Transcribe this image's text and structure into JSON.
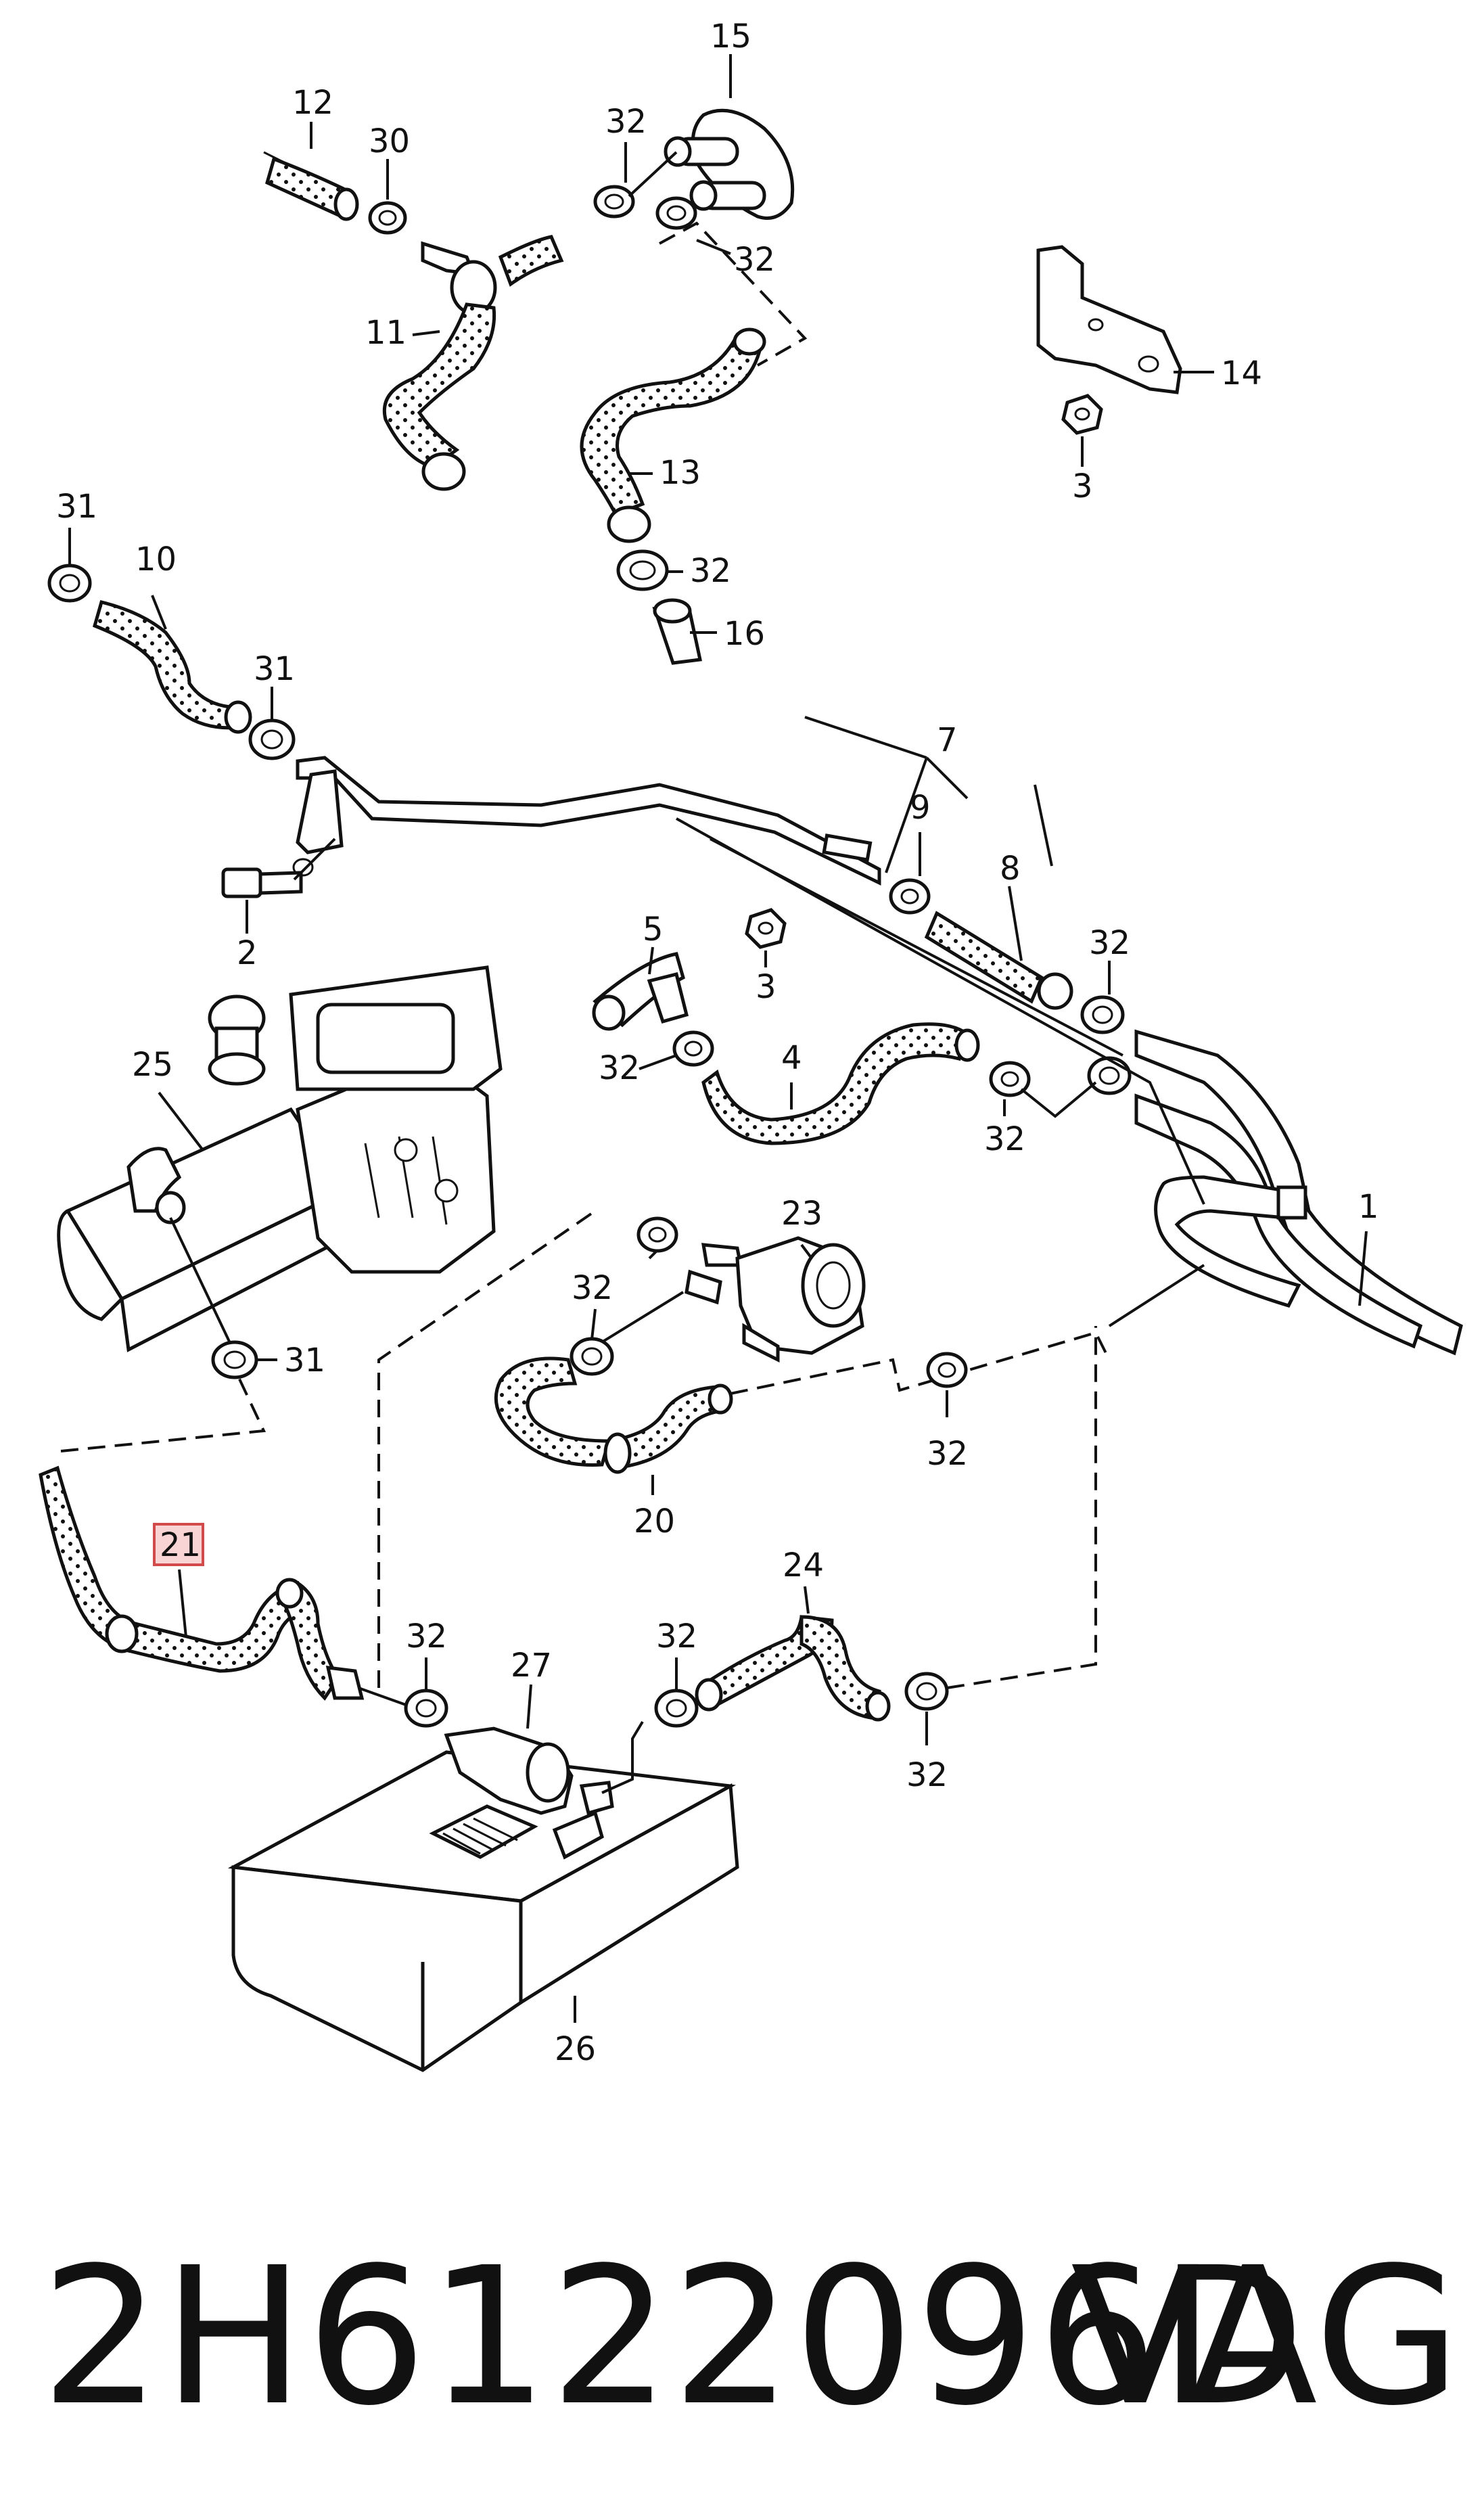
{
  "diagram": {
    "callouts": {
      "c1": "1",
      "c2": "2",
      "c3a": "3",
      "c3b": "3",
      "c4": "4",
      "c5": "5",
      "c7": "7",
      "c8": "8",
      "c9": "9",
      "c10": "10",
      "c11": "11",
      "c12": "12",
      "c13": "13",
      "c14": "14",
      "c15": "15",
      "c16": "16",
      "c20": "20",
      "c21": "21",
      "c23": "23",
      "c24": "24",
      "c25": "25",
      "c26": "26",
      "c27": "27",
      "c30": "30",
      "c31a": "31",
      "c31b": "31",
      "c31c": "31",
      "c32a": "32",
      "c32b": "32",
      "c32c": "32",
      "c32d": "32",
      "c32e": "32",
      "c32f": "32",
      "c32g": "32",
      "c32h": "32",
      "c32i": "32",
      "c32j": "32",
      "c32k": "32"
    },
    "highlighted_callout": "21",
    "highlight_color": "#f9d4d4"
  },
  "footer": {
    "part_number": "2H6122096D",
    "brand": "VAG"
  }
}
